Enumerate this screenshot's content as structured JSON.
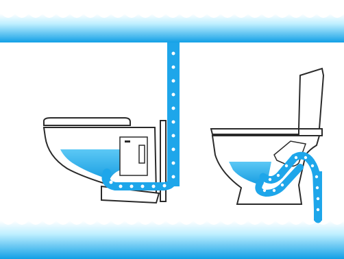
{
  "scene": {
    "background": "#ffffff",
    "water_light": "#c9f0ff",
    "water_dark": "#19a6e8",
    "outline": "#2a2a2a",
    "drop_color": "#ffffff"
  },
  "elements": {
    "top_wave": "water-wave",
    "bottom_wave": "water-wave",
    "wall_hung_toilet": "wall-mounted-toilet",
    "floor_toilet": "floor-standing-toilet",
    "drain_pipe_left": "vertical-drain-pipe",
    "drain_pipe_right": "floor-drain-pipe"
  }
}
